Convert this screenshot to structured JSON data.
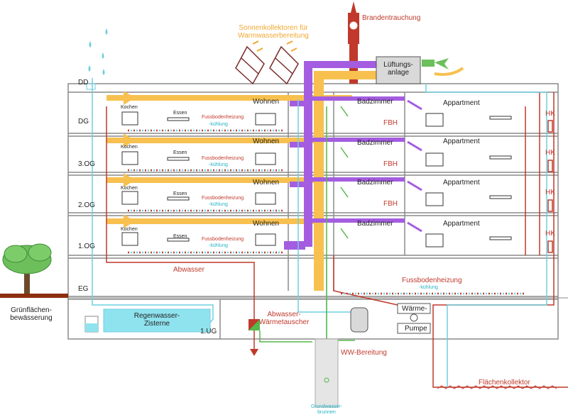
{
  "floors": [
    "DD",
    "DG",
    "3.OG",
    "2.OG",
    "1.OG",
    "EG",
    "1.UG"
  ],
  "rooms": {
    "kochen": "Kochen",
    "essen": "Essen",
    "wohnen": "Wohnen",
    "badzimmer": "Badzimmer",
    "appartment": "Appartment"
  },
  "floor_labels": {
    "fbh_title": "Fussbodenheizung",
    "fbh_sub": "-kühlung",
    "fbh_short": "FBH",
    "hk": "HK"
  },
  "top": {
    "brandentrauchung": "Brandentrauchung",
    "sonnenkollektoren": "Sonnenkollektoren für\nWarmwasserbereitung",
    "lueftungsanlage": "Lüftungs-\nanlage"
  },
  "basement": {
    "abwasser": "Abwasser",
    "fbh_eg_title": "Fussbodenheizung",
    "fbh_eg_sub": "-kühlung",
    "regenwasser": "Regenwasser-\nZisterne",
    "waermetauscher": "Abwasser-\nWärmetauscher",
    "waerme": "Wärme-",
    "pumpe": "Pumpe",
    "ww": "WW-Bereitung",
    "grundwasser": "Grundwasser-\nbrunnen",
    "flaechen": "Flächenkollektor",
    "gruen": "Grünflächen-\nbewässerung"
  },
  "colors": {
    "wall": "#8a8a8a",
    "warm": "#f7c04f",
    "air": "#a45de0",
    "heat": "#c0392b",
    "cold": "#6fd0df",
    "green": "#55b84a",
    "grass": "#8b2e10"
  }
}
